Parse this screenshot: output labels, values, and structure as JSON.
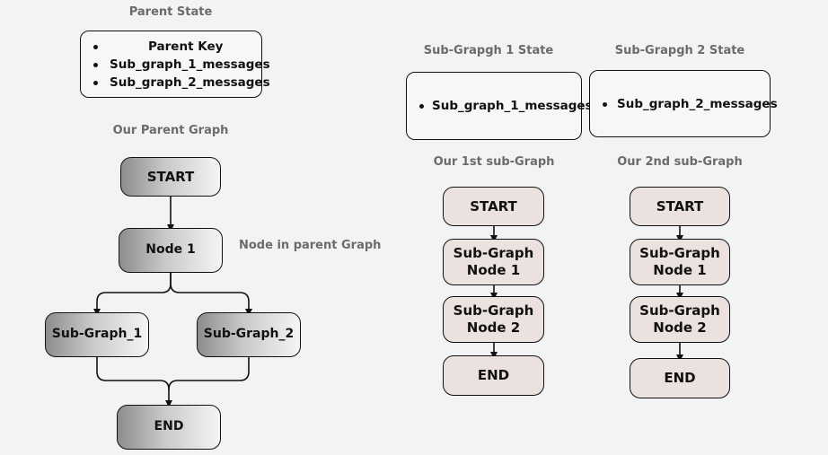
{
  "parent_state": {
    "title": "Parent State",
    "items": [
      "Parent Key",
      "Sub_graph_1_messages",
      "Sub_graph_2_messages"
    ]
  },
  "parent_graph": {
    "title": "Our Parent Graph",
    "start": "START",
    "node1": "Node 1",
    "node_annotation": "Node in parent Graph",
    "sub_graph_1": "Sub-Graph_1",
    "sub_graph_2": "Sub-Graph_2",
    "end": "END"
  },
  "sub_graph_1_state": {
    "title": "Sub-Grapgh 1  State",
    "items": [
      "Sub_graph_1_messages"
    ]
  },
  "sub_graph_2_state": {
    "title": "Sub-Grapgh 2  State",
    "items": [
      "Sub_graph_2_messages"
    ]
  },
  "sub_graph_1": {
    "title": "Our 1st sub-Graph",
    "nodes": [
      "START",
      "Sub-Graph\nNode 1",
      "Sub-Graph\nNode 2",
      "END"
    ]
  },
  "sub_graph_2": {
    "title": "Our 2nd sub-Graph",
    "nodes": [
      "START",
      "Sub-Graph\nNode 1",
      "Sub-Graph\nNode 2",
      "END"
    ]
  }
}
